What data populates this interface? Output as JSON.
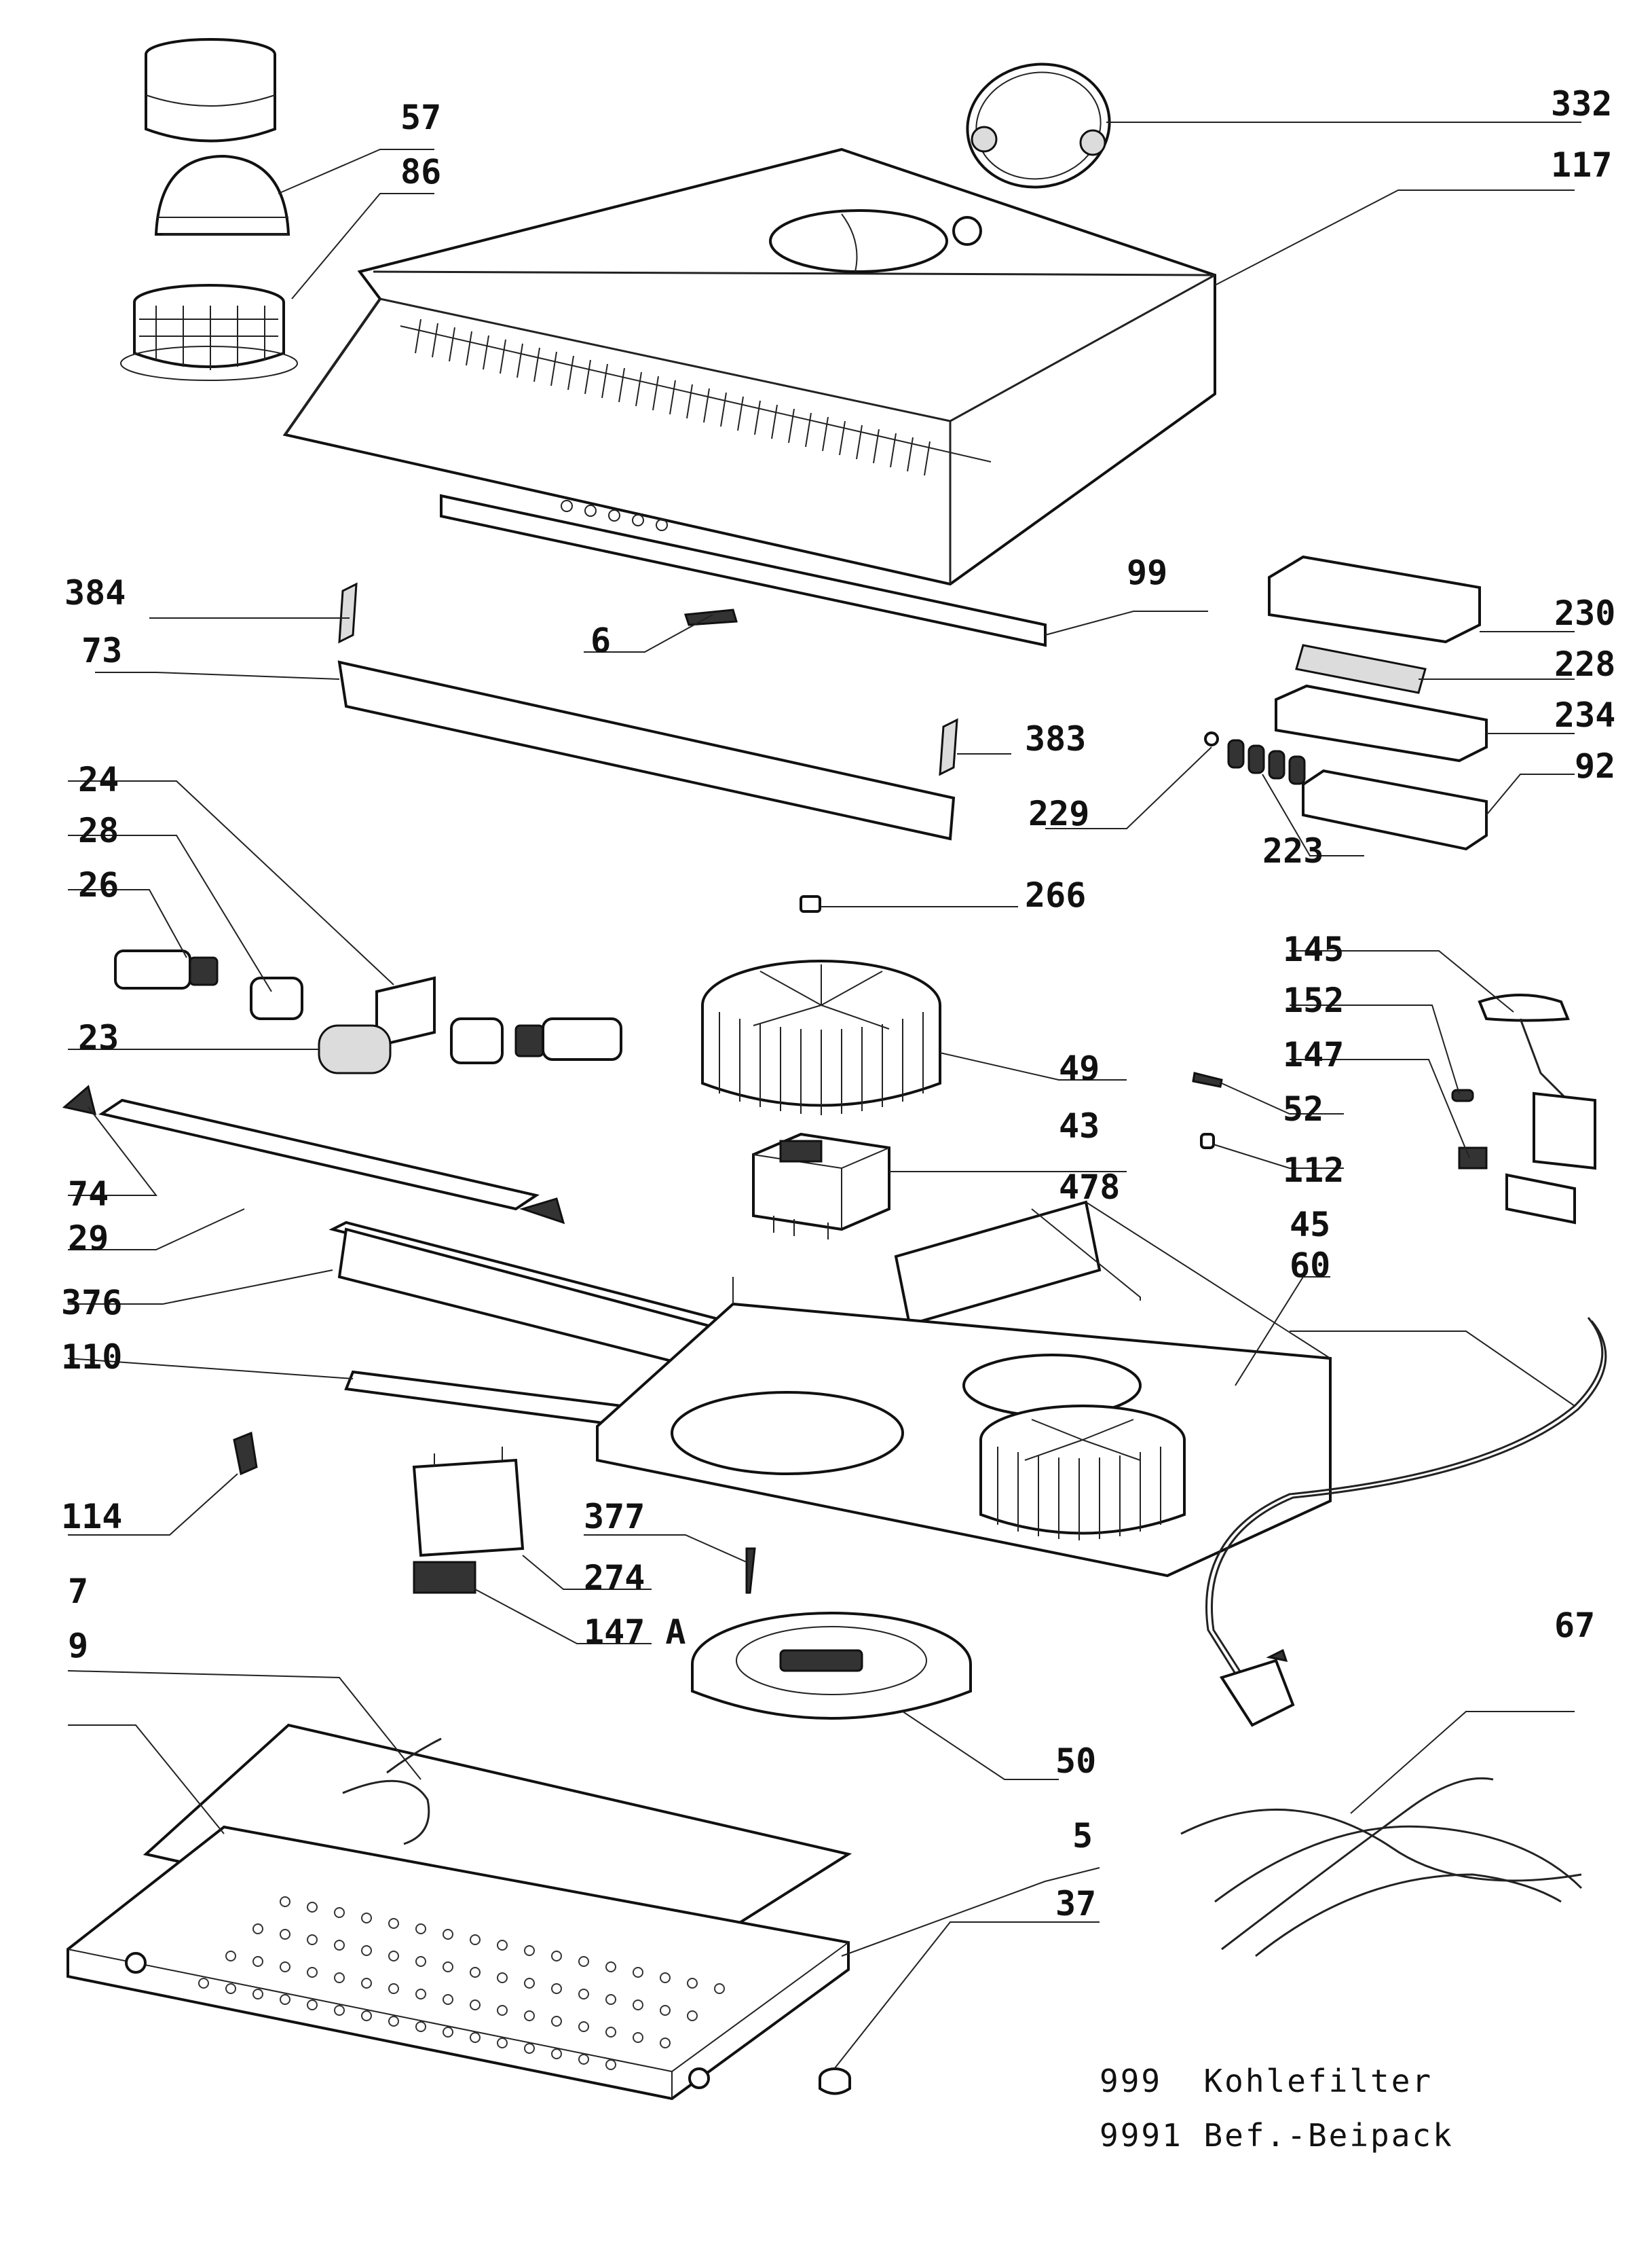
{
  "labels": {
    "p57": "57",
    "p86": "86",
    "p332": "332",
    "p117": "117",
    "p384": "384",
    "p73": "73",
    "p6": "6",
    "p99": "99",
    "p230": "230",
    "p228": "228",
    "p234": "234",
    "p92": "92",
    "p383": "383",
    "p229": "229",
    "p223": "223",
    "p24": "24",
    "p28": "28",
    "p26": "26",
    "p266": "266",
    "p145": "145",
    "p152": "152",
    "p147": "147",
    "p23": "23",
    "p49": "49",
    "p52": "52",
    "p43": "43",
    "p112": "112",
    "p74": "74",
    "p29": "29",
    "p478": "478",
    "p45": "45",
    "p60": "60",
    "p376": "376",
    "p110": "110",
    "p114": "114",
    "p377": "377",
    "p274": "274",
    "p147a": "147 A",
    "p7": "7",
    "p9": "9",
    "p67": "67",
    "p50": "50",
    "p5": "5",
    "p37": "37"
  },
  "legend": {
    "line1": "999  Kohlefilter",
    "line2": "9991 Bef.-Beipack"
  }
}
